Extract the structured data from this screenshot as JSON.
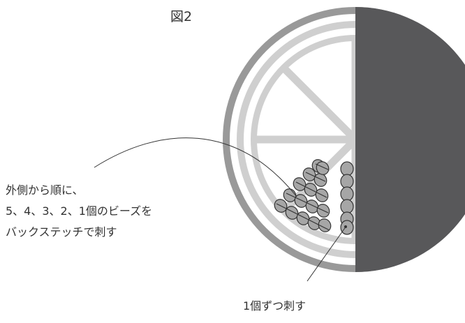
{
  "figure": {
    "title": "図2"
  },
  "annotations": {
    "left": {
      "line1": "外側から順に、",
      "line2": "5、4、3、2、1個のビーズを",
      "line3": "バックステッチで刺す"
    },
    "bottom": {
      "text": "1個ずつ刺す"
    }
  },
  "colors": {
    "outer_ring": "#999999",
    "spokes_and_rings": "#cfcfcf",
    "right_half": "#58585a",
    "beads": "#a6a6a6",
    "bead_outline": "#333333",
    "thread": "#333333"
  }
}
